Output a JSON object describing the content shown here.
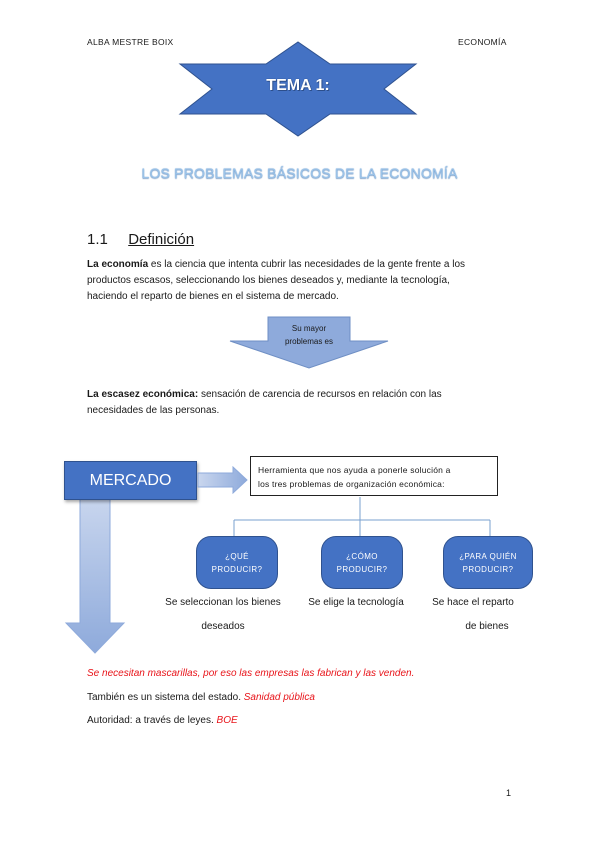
{
  "header": {
    "left": "ALBA MESTRE BOIX",
    "right": "ECONOMÍA"
  },
  "banner": {
    "text": "TEMA 1:"
  },
  "subtitle": "LOS PROBLEMAS BÁSICOS DE LA ECONOMÍA",
  "section": {
    "number": "1.1",
    "title": "Definición"
  },
  "definition": {
    "term": "La economía",
    "line1_rest": " es la ciencia que intenta cubrir las necesidades de la gente frente a los",
    "line2": "productos escasos, seleccionando los bienes deseados y, mediante la tecnología,",
    "line3": "haciendo el reparto de bienes en el sistema de mercado."
  },
  "arrow_down": {
    "line1": "Su mayor",
    "line2": "problemas es"
  },
  "scarcity": {
    "term": "La escasez económica:",
    "line1_rest": " sensación de carencia de recursos en relación con las",
    "line2": "necesidades de las personas."
  },
  "mercado": {
    "label": "MERCADO"
  },
  "tool_box": {
    "line1": "Herramienta que nos ayuda a ponerle solución a",
    "line2": "los tres problemas de organización económica:"
  },
  "questions": [
    {
      "line1": "¿QUÉ",
      "line2": "PRODUCIR?",
      "caption1": "Se seleccionan los bienes",
      "caption2": "deseados"
    },
    {
      "line1": "¿CÓMO",
      "line2": "PRODUCIR?",
      "caption1": "Se elige la tecnología",
      "caption2": ""
    },
    {
      "line1": "¿PARA QUIÉN",
      "line2": "PRODUCIR?",
      "caption1": "Se hace el reparto",
      "caption2": "de bienes"
    }
  ],
  "notes": {
    "red_line": "Se necesitan mascarillas, por eso las empresas las fabrican y las venden.",
    "state_text": "También es un sistema del estado. ",
    "state_red": "Sanidad pública",
    "authority_text": "Autoridad: a través de leyes. ",
    "authority_red": "BOE"
  },
  "page_number": "1",
  "colors": {
    "blue": "#4472c4",
    "light_blue": "#8eaadb",
    "red": "#e8141a"
  }
}
